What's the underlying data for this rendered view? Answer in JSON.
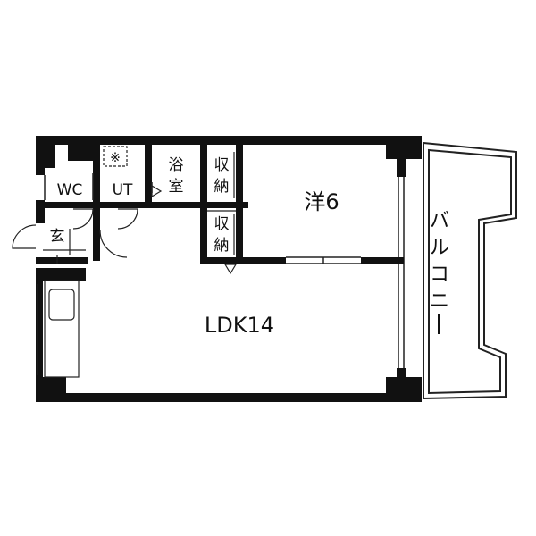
{
  "rooms": {
    "wc": "WC",
    "ut": "UT",
    "bath_line1": "浴",
    "bath_line2": "室",
    "storage_line1": "収",
    "storage_line2": "納",
    "entrance": "玄",
    "western_room": "洋6",
    "ldk": "LDK14",
    "balcony_chars": [
      "バ",
      "ル",
      "コ",
      "ニ",
      "ー"
    ]
  },
  "colors": {
    "wall": "#111111",
    "line": "#222222",
    "background": "#ffffff"
  },
  "symbols": {
    "washer_mark": "※"
  }
}
